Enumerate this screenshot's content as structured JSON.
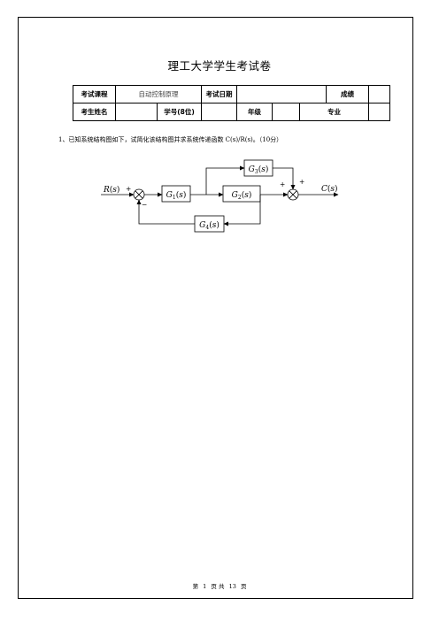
{
  "exam": {
    "title": "理工大学学生考试卷"
  },
  "info_table": {
    "row1": {
      "course_label": "考试课程",
      "course_value": "自动控制原理",
      "date_label": "考试日期",
      "date_value": "",
      "score_label": "成绩",
      "score_value": ""
    },
    "row2": {
      "name_label": "考生姓名",
      "name_value": "",
      "id_label": "学号(8位)",
      "id_value": "",
      "grade_label": "年级",
      "grade_value": "",
      "major_label": "专业",
      "major_value": ""
    }
  },
  "question": {
    "text": "1、已知系统结构图如下，试简化该结构图并求系统传递函数 C(s)/R(s)。（10分）"
  },
  "diagram": {
    "input": {
      "name": "R",
      "arg": "s"
    },
    "output": {
      "name": "C",
      "arg": "s"
    },
    "blocks": [
      {
        "id": "g1",
        "base": "G",
        "sub": "1",
        "arg": "s"
      },
      {
        "id": "g2",
        "base": "G",
        "sub": "2",
        "arg": "s"
      },
      {
        "id": "g3",
        "base": "G",
        "sub": "3",
        "arg": "s"
      },
      {
        "id": "g4",
        "base": "G",
        "sub": "4",
        "arg": "s"
      }
    ],
    "signs": {
      "sum1_input": "+",
      "sum1_feedback": "−",
      "sum2_left": "+",
      "sum2_top": "+"
    }
  },
  "footer": {
    "page_prefix": "第",
    "page_current": "1",
    "page_middle": "页 共",
    "page_total": "13",
    "page_suffix": "页"
  }
}
